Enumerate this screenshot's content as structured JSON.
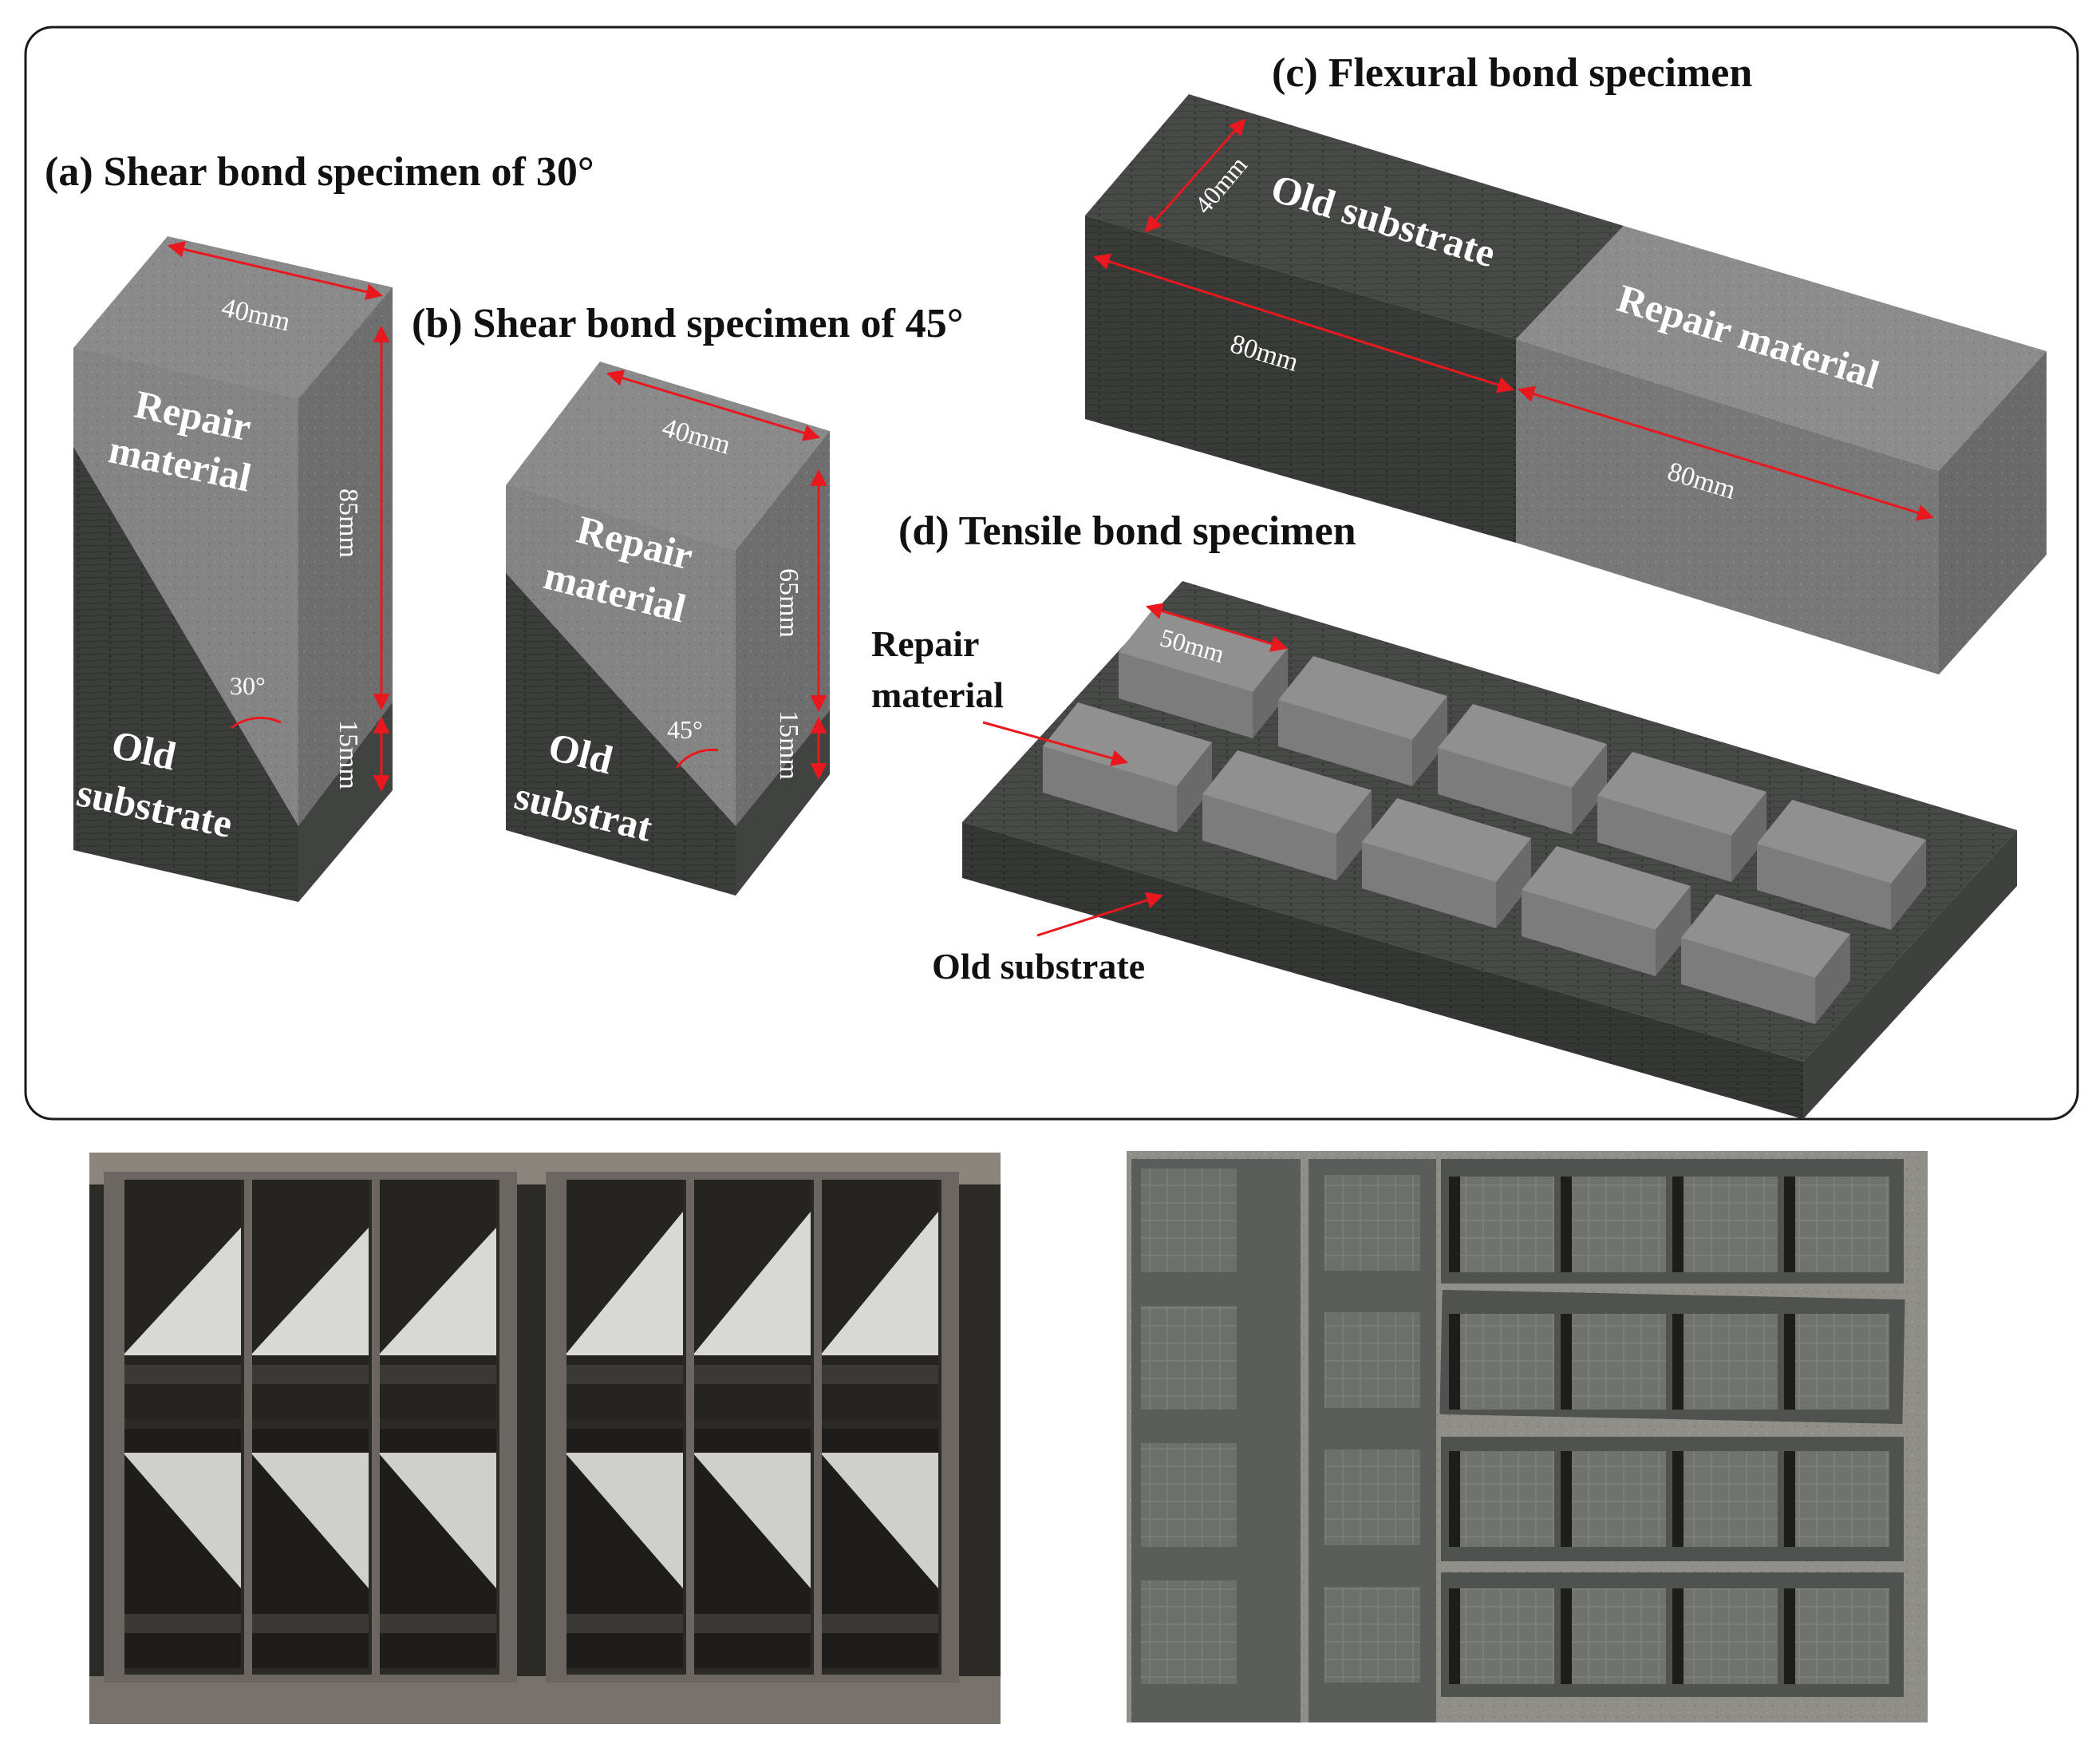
{
  "panels": {
    "a": {
      "title": "(a) Shear bond specimen of 30°",
      "top_dim": "40mm",
      "height_dim": "85mm",
      "base_dim": "15mm",
      "angle": "30°",
      "repair_line1": "Repair",
      "repair_line2": "material",
      "old_line1": "Old",
      "old_line2": "substrate"
    },
    "b": {
      "title": "(b) Shear bond specimen of 45°",
      "top_dim": "40mm",
      "height_dim": "65mm",
      "base_dim": "15mm",
      "angle": "45°",
      "repair_line1": "Repair",
      "repair_line2": "material",
      "old_line1": "Old",
      "old_line2": "substrat"
    },
    "c": {
      "title": "(c) Flexural bond specimen",
      "depth_dim": "40mm",
      "old_len_dim": "80mm",
      "repair_len_dim": "80mm",
      "old_label": "Old substrate",
      "repair_label": "Repair material"
    },
    "d": {
      "title": "(d) Tensile bond specimen",
      "block_dim": "50mm",
      "repair_line1": "Repair",
      "repair_line2": "material",
      "old_label": "Old substrate"
    }
  },
  "colors": {
    "old_substrate_front": "#3a3d3a",
    "old_substrate_top": "#4a4d4a",
    "repair_top": "#8e8e8e",
    "repair_front": "#7a7a7a",
    "repair_side": "#6a6a6a",
    "dimension_arrow": "#e8181e",
    "photo_mold": "#6b6661",
    "photo_specimen": "#d8d8d4",
    "photo_slab": "#5b5d5a"
  }
}
